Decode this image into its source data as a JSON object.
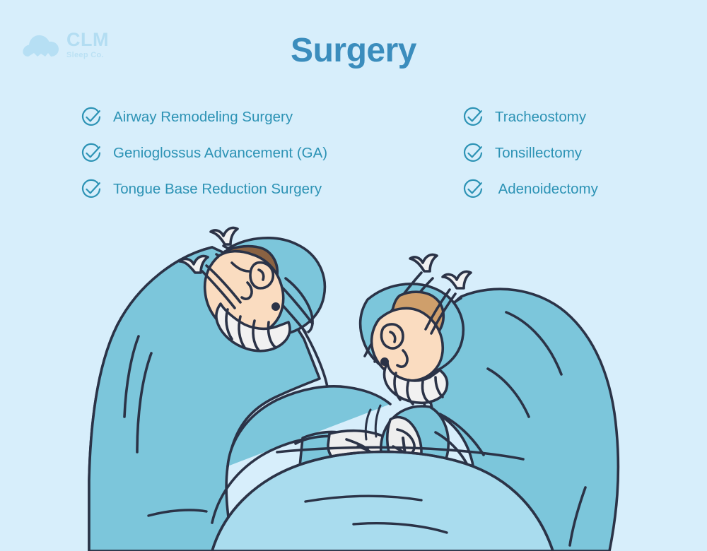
{
  "background_color": "#d7eefb",
  "logo": {
    "mark_icon": "cloud-icon",
    "title": "CLM",
    "subtitle": "Sleep Co.",
    "color": "#b3ddf2"
  },
  "header": {
    "title": "Surgery",
    "title_color": "#3b8dbd"
  },
  "checklist": {
    "icon": "check-circle-icon",
    "text_color": "#2d93b5",
    "items": [
      {
        "label": "Airway Remodeling Surgery",
        "column": "left"
      },
      {
        "label": "Tracheostomy",
        "column": "right"
      },
      {
        "label": "Genioglossus Advancement (GA)",
        "column": "left"
      },
      {
        "label": "Tonsillectomy",
        "column": "right"
      },
      {
        "label": "Tongue Base Reduction Surgery",
        "column": "left"
      },
      {
        "label": " Adenoidectomy",
        "column": "right"
      }
    ]
  },
  "illustration": {
    "name": "two-surgeons-operating-illustration",
    "description": "Flat line illustration of two surgeons in teal scrubs, caps, face shields and masks bending over a draped patient on an operating table",
    "colors": {
      "scrubs": "#7cc6db",
      "scrubs_shadow": "#6cbcd3",
      "drape": "#a9dcee",
      "outline": "#2b3347",
      "skin": "#fadcc0",
      "skin_shadow": "#f6cda6",
      "hair_left": "#8a6242",
      "hair_right": "#cf9f6b",
      "mask_white": "#f1f1f1",
      "glove_white": "#eeeeee"
    }
  }
}
